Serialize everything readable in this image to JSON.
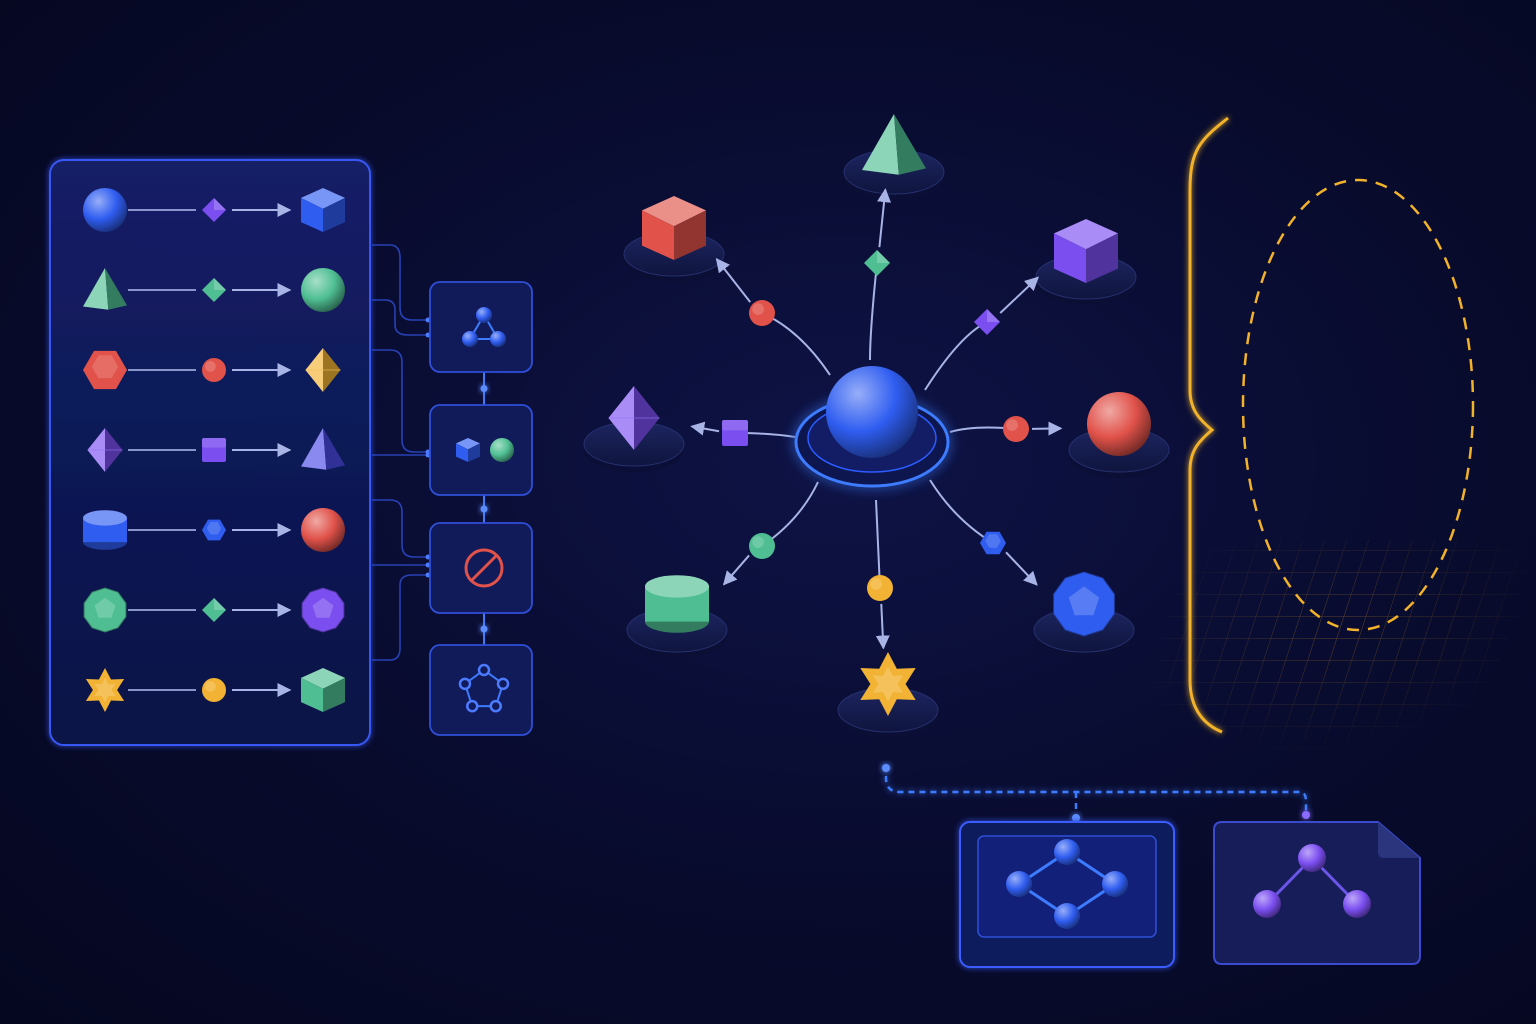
{
  "colors": {
    "background": "#080b2c",
    "panel_border": "#3a5cff",
    "connector": "#a9b4e6",
    "glow_blue": "#3d7bff",
    "bracket": "#f2b22a",
    "blue": "#2f5df0",
    "green": "#4fbf93",
    "red": "#e0524a",
    "purple": "#7b4ef0",
    "gold": "#f2b233",
    "indigo": "#4a4ae8"
  },
  "mapping_rows": [
    {
      "source": {
        "shape": "sphere",
        "color": "blue"
      },
      "transform": {
        "shape": "diamond",
        "color": "purple"
      },
      "target": {
        "shape": "cube",
        "color": "blue"
      }
    },
    {
      "source": {
        "shape": "pyramid",
        "color": "green"
      },
      "transform": {
        "shape": "diamond",
        "color": "green"
      },
      "target": {
        "shape": "sphere",
        "color": "green"
      }
    },
    {
      "source": {
        "shape": "hexagon",
        "color": "red"
      },
      "transform": {
        "shape": "circle",
        "color": "red"
      },
      "target": {
        "shape": "octahedron",
        "color": "gold"
      }
    },
    {
      "source": {
        "shape": "octahedron",
        "color": "purple"
      },
      "transform": {
        "shape": "square",
        "color": "purple"
      },
      "target": {
        "shape": "pyramid",
        "color": "indigo"
      }
    },
    {
      "source": {
        "shape": "cylinder",
        "color": "blue"
      },
      "transform": {
        "shape": "hexagon",
        "color": "blue"
      },
      "target": {
        "shape": "sphere",
        "color": "red"
      }
    },
    {
      "source": {
        "shape": "dodecahedron",
        "color": "green"
      },
      "transform": {
        "shape": "diamond",
        "color": "green"
      },
      "target": {
        "shape": "dodecahedron",
        "color": "purple"
      }
    },
    {
      "source": {
        "shape": "star",
        "color": "gold"
      },
      "transform": {
        "shape": "circle",
        "color": "gold"
      },
      "target": {
        "shape": "cube",
        "color": "green"
      }
    }
  ],
  "operation_boxes": [
    {
      "icon": "node-cluster-icon"
    },
    {
      "icon": "cube-and-sphere-icon"
    },
    {
      "icon": "prohibited-icon"
    },
    {
      "icon": "pentagon-graph-icon"
    }
  ],
  "hub": {
    "shape": "sphere",
    "color": "blue"
  },
  "spokes": [
    {
      "name": "pyramid",
      "shape": "pyramid",
      "color": "green",
      "marker": {
        "shape": "diamond",
        "color": "green"
      }
    },
    {
      "name": "purple-cube",
      "shape": "cube",
      "color": "purple",
      "marker": {
        "shape": "diamond",
        "color": "purple"
      }
    },
    {
      "name": "red-sphere",
      "shape": "sphere",
      "color": "red",
      "marker": {
        "shape": "circle",
        "color": "red"
      }
    },
    {
      "name": "dodecahedron",
      "shape": "dodecahedron",
      "color": "blue",
      "marker": {
        "shape": "hexagon",
        "color": "blue"
      }
    },
    {
      "name": "star",
      "shape": "star",
      "color": "gold",
      "marker": {
        "shape": "circle",
        "color": "gold"
      }
    },
    {
      "name": "cylinder",
      "shape": "cylinder",
      "color": "green",
      "marker": {
        "shape": "circle",
        "color": "green"
      }
    },
    {
      "name": "octahedron",
      "shape": "octahedron",
      "color": "purple",
      "marker": {
        "shape": "square",
        "color": "purple"
      }
    },
    {
      "name": "red-cube",
      "shape": "cube",
      "color": "red",
      "marker": {
        "shape": "circle",
        "color": "red"
      }
    }
  ],
  "output_cards": [
    {
      "icon": "diamond-graph-icon",
      "color": "blue"
    },
    {
      "icon": "tree-graph-icon",
      "color": "purple"
    }
  ],
  "bracket": {
    "icon": "curly-brace-icon",
    "placeholder": "dashed-ellipse-icon",
    "grid": "grid-floor-icon"
  }
}
